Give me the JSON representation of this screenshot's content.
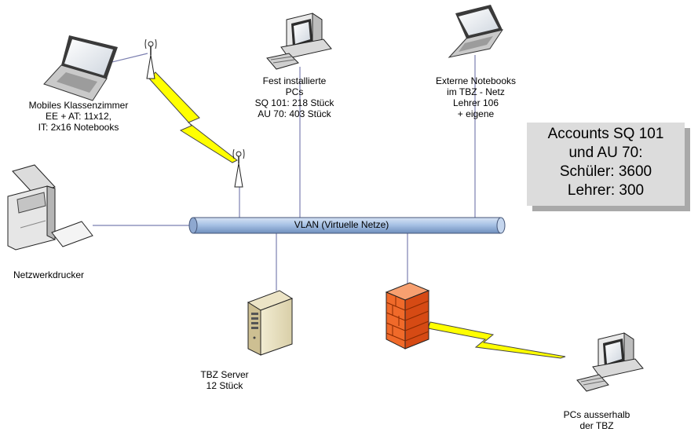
{
  "nodes": {
    "mobile_classroom": {
      "lines": [
        "Mobiles Klassenzimmer",
        "EE + AT: 11x12,",
        "IT: 2x16 Notebooks"
      ]
    },
    "fixed_pcs": {
      "lines": [
        "Fest installierte",
        "PCs",
        "SQ 101: 218 Stück",
        "AU 70:  403 Stück"
      ]
    },
    "external_notebooks": {
      "lines": [
        "Externe Notebooks",
        "im TBZ - Netz",
        "Lehrer 106",
        "+ eigene"
      ]
    },
    "printer": {
      "label": "Netzwerkdrucker"
    },
    "server": {
      "lines": [
        "TBZ Server",
        "12 Stück"
      ]
    },
    "outside_pcs": {
      "lines": [
        "PCs ausserhalb",
        "der TBZ"
      ]
    }
  },
  "vlan": {
    "label": "VLAN (Virtuelle Netze)"
  },
  "accounts_box": {
    "lines": [
      "Accounts SQ 101",
      "und AU 70:",
      "Schüler: 3600",
      "Lehrer: 300"
    ]
  },
  "colors": {
    "pipe": "#a9c3e6",
    "connector": "#7b7fb0",
    "lightning": "#ffff00",
    "firewall": "#f06a2a",
    "box": "#dcdcdc"
  }
}
